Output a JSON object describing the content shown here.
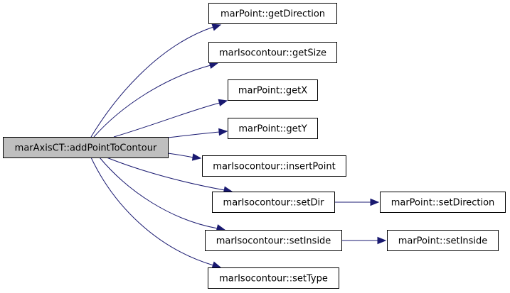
{
  "nodes": [
    {
      "id": "root",
      "label": "marAxisCT::addPointToContour",
      "root": true
    },
    {
      "id": "n1",
      "label": "marPoint::getDirection"
    },
    {
      "id": "n2",
      "label": "marIsocontour::getSize"
    },
    {
      "id": "n3",
      "label": "marPoint::getX"
    },
    {
      "id": "n4",
      "label": "marPoint::getY"
    },
    {
      "id": "n5",
      "label": "marIsocontour::insertPoint"
    },
    {
      "id": "n6",
      "label": "marIsocontour::setDir"
    },
    {
      "id": "n7",
      "label": "marIsocontour::setInside"
    },
    {
      "id": "n8",
      "label": "marIsocontour::setType"
    },
    {
      "id": "n9",
      "label": "marPoint::setDirection"
    },
    {
      "id": "n10",
      "label": "marPoint::setInside"
    }
  ],
  "edges": [
    {
      "from": "root",
      "to": "n1"
    },
    {
      "from": "root",
      "to": "n2"
    },
    {
      "from": "root",
      "to": "n3"
    },
    {
      "from": "root",
      "to": "n4"
    },
    {
      "from": "root",
      "to": "n5"
    },
    {
      "from": "root",
      "to": "n6"
    },
    {
      "from": "root",
      "to": "n7"
    },
    {
      "from": "root",
      "to": "n8"
    },
    {
      "from": "n6",
      "to": "n9"
    },
    {
      "from": "n7",
      "to": "n10"
    }
  ]
}
